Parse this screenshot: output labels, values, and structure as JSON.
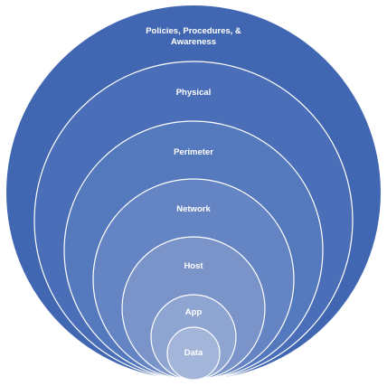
{
  "diagram": {
    "layers": [
      {
        "label_lines": [
          "Policies, Procedures, &",
          "Awareness"
        ],
        "fill": "#4267b2"
      },
      {
        "label_lines": [
          "Physical"
        ],
        "fill": "#4a6fb8"
      },
      {
        "label_lines": [
          "Perimeter"
        ],
        "fill": "#5479bd"
      },
      {
        "label_lines": [
          "Network"
        ],
        "fill": "#6584c3"
      },
      {
        "label_lines": [
          "Host"
        ],
        "fill": "#7a94ca"
      },
      {
        "label_lines": [
          "App"
        ],
        "fill": "#8fa5d1"
      },
      {
        "label_lines": [
          "Data"
        ],
        "fill": "#a3b5d9"
      }
    ],
    "stroke_color": "#ffffff"
  }
}
